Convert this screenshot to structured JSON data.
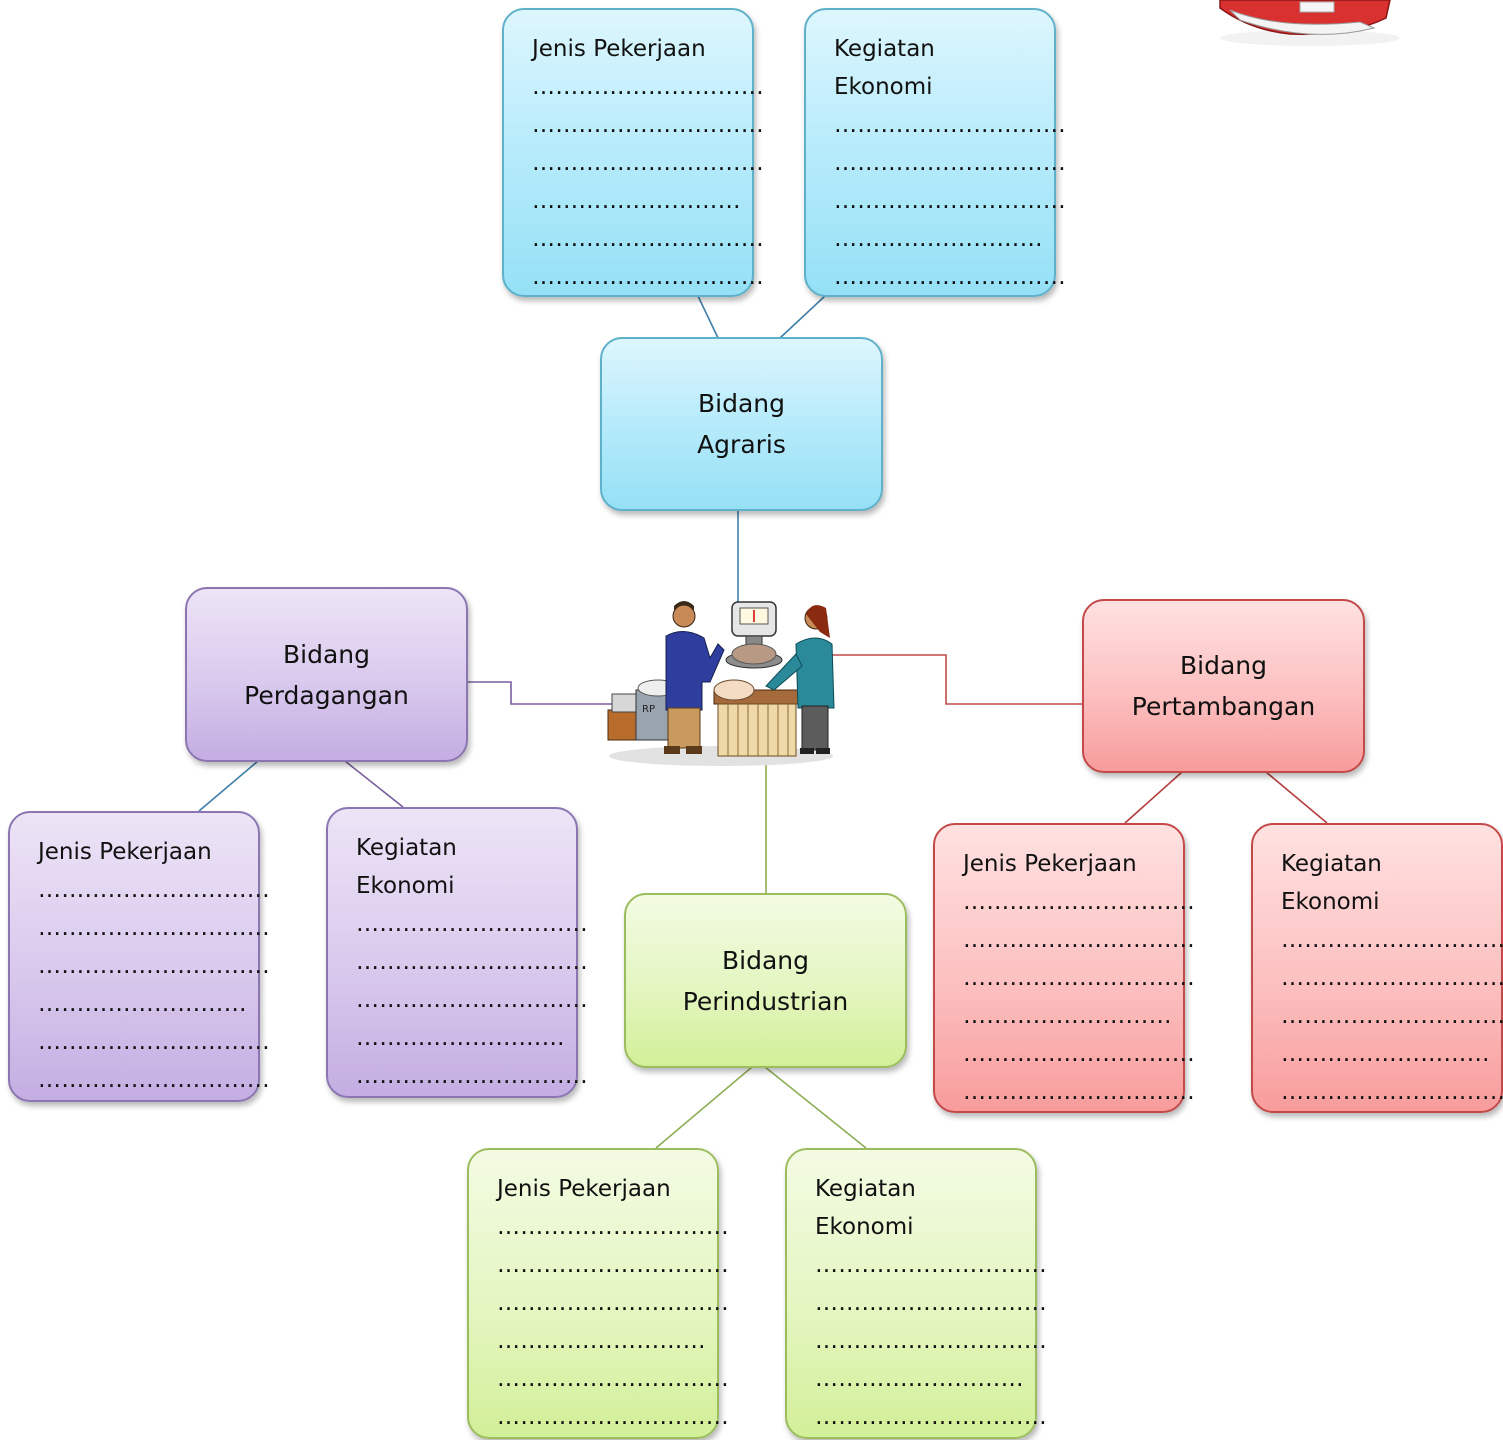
{
  "center_image": "market-trader-scale-illustration",
  "corner_image": "red-sneaker-icon",
  "colors": {
    "agraris": "#95e0f6",
    "perdagangan": "#c4aee2",
    "pertambangan": "#f89c9c",
    "perindustrian": "#d2ef98"
  },
  "sectors": {
    "agraris": {
      "title": "Bidang\nAgraris",
      "jenis": {
        "title": "Jenis Pekerjaan",
        "lines": [
          "…………………………",
          "…………………………",
          "…………………………",
          "………………………",
          "…………………………",
          "…………………………"
        ]
      },
      "kegiatan": {
        "title": "Kegiatan\nEkonomi",
        "lines": [
          "…………………………",
          "…………………………",
          "…………………………",
          "………………………",
          "…………………………"
        ]
      }
    },
    "perdagangan": {
      "title": "Bidang\nPerdagangan",
      "jenis": {
        "title": "Jenis Pekerjaan",
        "lines": [
          "…………………………",
          "…………………………",
          "…………………………",
          "………………………",
          "…………………………",
          "…………………………"
        ]
      },
      "kegiatan": {
        "title": "Kegiatan\nEkonomi",
        "lines": [
          "…………………………",
          "…………………………",
          "…………………………",
          "………………………",
          "…………………………"
        ]
      }
    },
    "pertambangan": {
      "title": "Bidang\nPertambangan",
      "jenis": {
        "title": "Jenis Pekerjaan",
        "lines": [
          "…………………………",
          "…………………………",
          "…………………………",
          "………………………",
          "…………………………",
          "…………………………"
        ]
      },
      "kegiatan": {
        "title": "Kegiatan\nEkonomi",
        "lines": [
          "…………………………",
          "…………………………",
          "…………………………",
          "………………………",
          "…………………………"
        ]
      }
    },
    "perindustrian": {
      "title": "Bidang\nPerindustrian",
      "jenis": {
        "title": "Jenis Pekerjaan",
        "lines": [
          "…………………………",
          "…………………………",
          "…………………………",
          "………………………",
          "…………………………",
          "…………………………"
        ]
      },
      "kegiatan": {
        "title": "Kegiatan\nEkonomi",
        "lines": [
          "…………………………",
          "…………………………",
          "…………………………",
          "………………………",
          "…………………………"
        ]
      }
    }
  }
}
